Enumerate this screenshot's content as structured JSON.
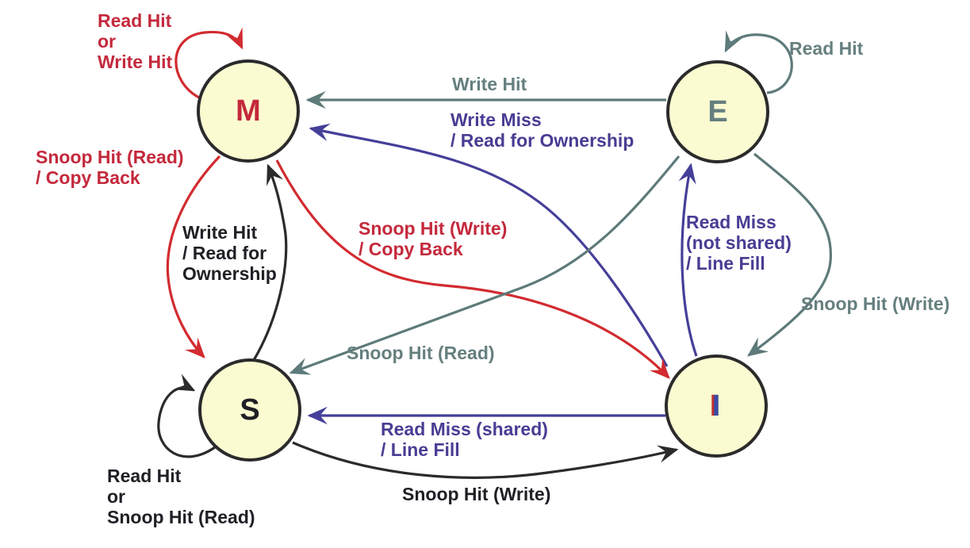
{
  "colors": {
    "red_text": "#c4293c",
    "red_arrow": "#d22b30",
    "gray_text": "#667f7f",
    "gray_arrow": "#5e7a7a",
    "purple_text": "#483d94",
    "purple_arrow": "#453f99",
    "black_text": "#1f1f26",
    "black_arrow": "#2b2b2b",
    "state_fill": "#fbfbd2",
    "state_border": "#2b2b2b",
    "i_letter_blue": "#3a4ba5",
    "i_letter_red": "#c03030"
  },
  "states": {
    "m": {
      "label": "M"
    },
    "e": {
      "label": "E"
    },
    "s": {
      "label": "S"
    },
    "i": {
      "label": "I"
    }
  },
  "transitions": {
    "m_self": {
      "from": "M",
      "to": "M",
      "color": "red",
      "lines": [
        "Read Hit",
        "or",
        "Write Hit"
      ]
    },
    "e_to_m": {
      "from": "E",
      "to": "M",
      "color": "gray",
      "lines": [
        "Write Hit"
      ]
    },
    "i_to_m": {
      "from": "I",
      "to": "M",
      "color": "purple",
      "lines": [
        "Write Miss",
        "/ Read for Ownership"
      ]
    },
    "e_self": {
      "from": "E",
      "to": "E",
      "color": "gray",
      "lines": [
        "Read Hit"
      ]
    },
    "m_to_s": {
      "from": "M",
      "to": "S",
      "color": "red",
      "lines": [
        "Snoop Hit (Read)",
        "/ Copy Back"
      ]
    },
    "s_to_m": {
      "from": "S",
      "to": "M",
      "color": "black",
      "lines": [
        "Write Hit",
        "/ Read for",
        "Ownership"
      ]
    },
    "m_to_i": {
      "from": "M",
      "to": "I",
      "color": "red",
      "lines": [
        "Snoop Hit (Write)",
        "/ Copy Back"
      ]
    },
    "e_to_s": {
      "from": "E",
      "to": "S",
      "color": "gray",
      "lines": [
        "Snoop Hit (Read)"
      ]
    },
    "i_to_e": {
      "from": "I",
      "to": "E",
      "color": "purple",
      "lines": [
        "Read Miss",
        "(not shared)",
        "/ Line Fill"
      ]
    },
    "e_to_i": {
      "from": "E",
      "to": "I",
      "color": "gray",
      "lines": [
        "Snoop Hit (Write)"
      ]
    },
    "i_to_s": {
      "from": "I",
      "to": "S",
      "color": "purple",
      "lines": [
        "Read Miss (shared)",
        "/ Line Fill"
      ]
    },
    "s_to_i": {
      "from": "S",
      "to": "I",
      "color": "black",
      "lines": [
        "Snoop Hit (Write)"
      ]
    },
    "s_self": {
      "from": "S",
      "to": "S",
      "color": "black",
      "lines": [
        "Read Hit",
        "or",
        "Snoop Hit (Read)"
      ]
    }
  }
}
